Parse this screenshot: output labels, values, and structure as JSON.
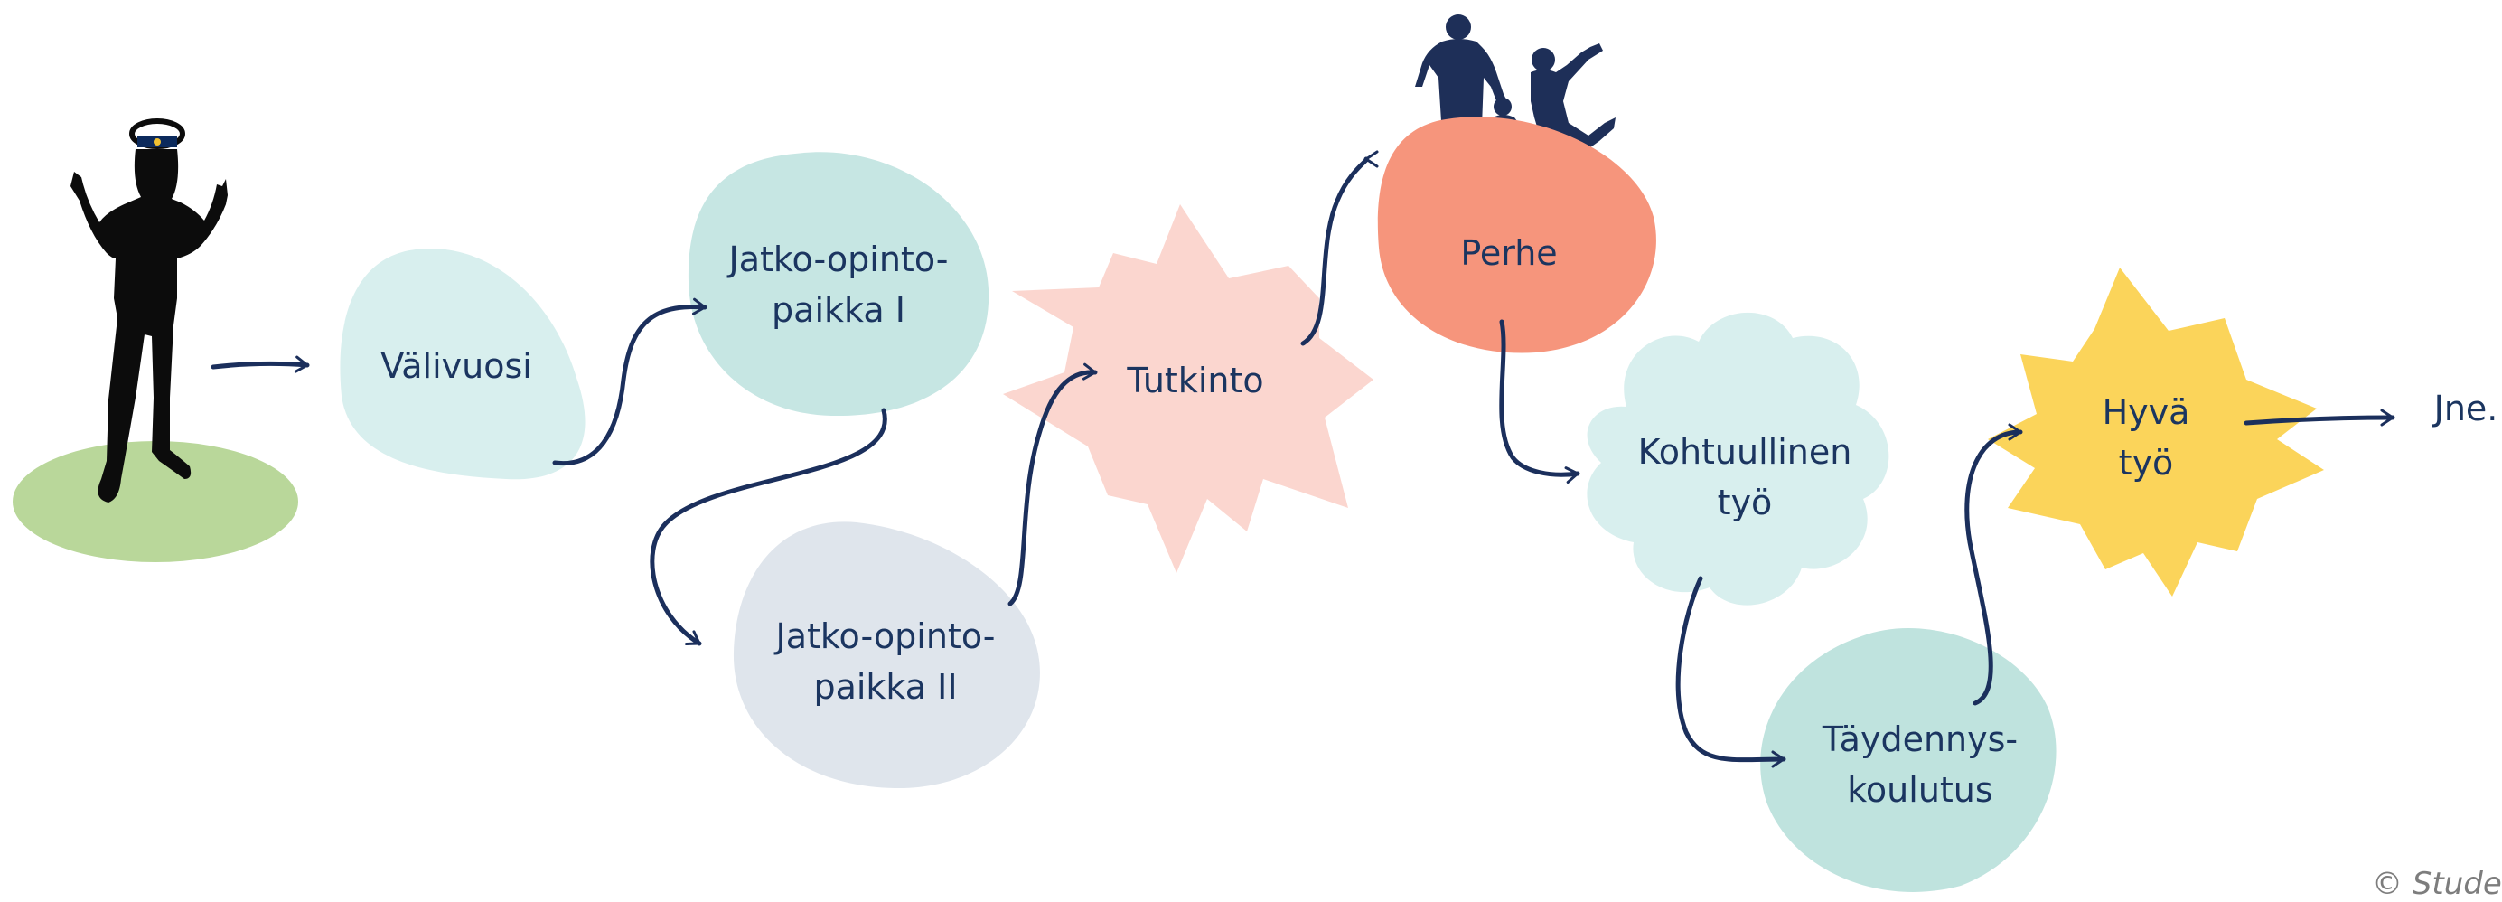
{
  "colors": {
    "arrow": "#1b2f5c",
    "silhouette": "#0c0c0c",
    "family": "#1e2f58",
    "ground": "#b9d79a",
    "valivuosi": "#d8efee",
    "jatko1": "#c6e6e3",
    "jatko2": "#dfe5ec",
    "tutkinto": "#fbd6cf",
    "perhe": "#f6957c",
    "kohtuullinen": "#d8efee",
    "taydennys": "#bfe3de",
    "hyva": "#fbd45a"
  },
  "icons": {
    "graduate": "graduate-silhouette-icon",
    "family": "family-silhouette-icon"
  },
  "nodes": {
    "valivuosi": {
      "lines": [
        "Välivuosi"
      ]
    },
    "jatko1": {
      "lines": [
        "Jatko-opinto-",
        "paikka I"
      ]
    },
    "jatko2": {
      "lines": [
        "Jatko-opinto-",
        "paikka II"
      ]
    },
    "tutkinto": {
      "lines": [
        "Tutkinto"
      ]
    },
    "perhe": {
      "lines": [
        "Perhe"
      ]
    },
    "kohtuullinen": {
      "lines": [
        "Kohtuullinen",
        "työ"
      ]
    },
    "taydennys": {
      "lines": [
        "Täydennys-",
        "koulutus"
      ]
    },
    "hyva": {
      "lines": [
        "Hyvä",
        "työ"
      ]
    },
    "jne": {
      "lines": [
        "Jne."
      ]
    }
  },
  "copyright": "© Stude"
}
